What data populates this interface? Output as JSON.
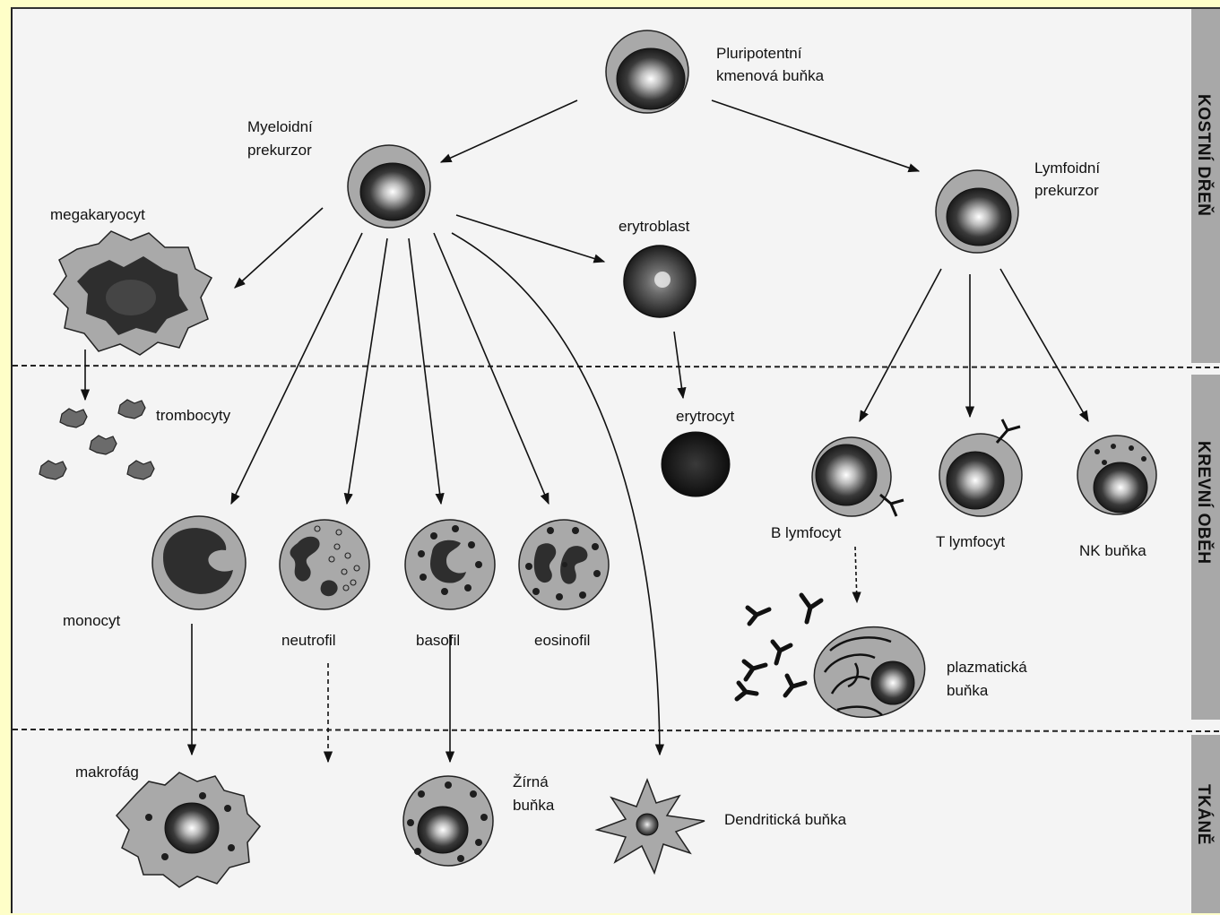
{
  "cells": {
    "pluripotent_line1": "Pluripotentní",
    "pluripotent_line2": "kmenová buňka",
    "myeloid_line1": "Myeloidní",
    "myeloid_line2": "prekurzor",
    "lymphoid_line1": "Lymfoidní",
    "lymphoid_line2": "prekurzor",
    "megakaryocyte": "megakaryocyt",
    "erythroblast": "erytroblast",
    "thrombocytes": "trombocyty",
    "erythrocyte": "erytrocyt",
    "monocyte": "monocyt",
    "neutrophil": "neutrofil",
    "basophil": "basofil",
    "eosinophil": "eosinofil",
    "b_lymphocyte": "B lymfocyt",
    "t_lymphocyte": "T lymfocyt",
    "nk_cell": "NK buňka",
    "plasma_line1": "plazmatická",
    "plasma_line2": "buňka",
    "macrophage": "makrofág",
    "mast_line1": "Žírná",
    "mast_line2": "buňka",
    "dendritic": "Dendritická buňka"
  },
  "zones": {
    "bone_marrow": "KOSTNÍ DŘEŇ",
    "blood": "KREVNÍ OBĚH",
    "tissue": "TKÁNĚ"
  },
  "colors": {
    "background": "#fefec8",
    "panel": "#f4f4f4",
    "zone_bar": "#aaaaaa",
    "cell_ring": "#a9a9a9",
    "nucleus": "#2a2a2a",
    "ink": "#111111"
  }
}
